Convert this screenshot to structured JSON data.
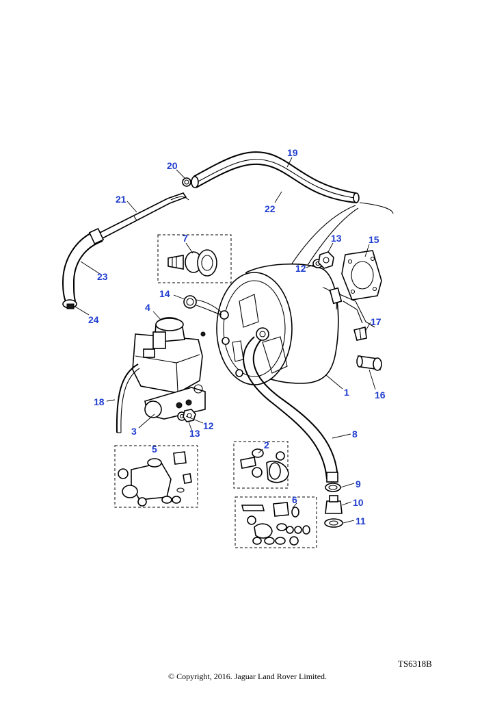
{
  "diagram": {
    "reference_code": "TS6318B",
    "copyright": "© Copyright, 2016. Jaguar Land Rover Limited.",
    "callouts": [
      {
        "id": "c1",
        "label": "1"
      },
      {
        "id": "c2",
        "label": "2"
      },
      {
        "id": "c3",
        "label": "3"
      },
      {
        "id": "c4",
        "label": "4"
      },
      {
        "id": "c5",
        "label": "5"
      },
      {
        "id": "c6",
        "label": "6"
      },
      {
        "id": "c7",
        "label": "7"
      },
      {
        "id": "c8",
        "label": "8"
      },
      {
        "id": "c9",
        "label": "9"
      },
      {
        "id": "c10",
        "label": "10"
      },
      {
        "id": "c11",
        "label": "11"
      },
      {
        "id": "c12a",
        "label": "12"
      },
      {
        "id": "c12b",
        "label": "12"
      },
      {
        "id": "c13a",
        "label": "13"
      },
      {
        "id": "c13b",
        "label": "13"
      },
      {
        "id": "c14",
        "label": "14"
      },
      {
        "id": "c15",
        "label": "15"
      },
      {
        "id": "c16",
        "label": "16"
      },
      {
        "id": "c17",
        "label": "17"
      },
      {
        "id": "c18",
        "label": "18"
      },
      {
        "id": "c19",
        "label": "19"
      },
      {
        "id": "c20",
        "label": "20"
      },
      {
        "id": "c21",
        "label": "21"
      },
      {
        "id": "c22",
        "label": "22"
      },
      {
        "id": "c23",
        "label": "23"
      },
      {
        "id": "c24",
        "label": "24"
      }
    ],
    "colors": {
      "callout": "#1f3ccf",
      "line": "#000000",
      "background": "#ffffff"
    }
  }
}
